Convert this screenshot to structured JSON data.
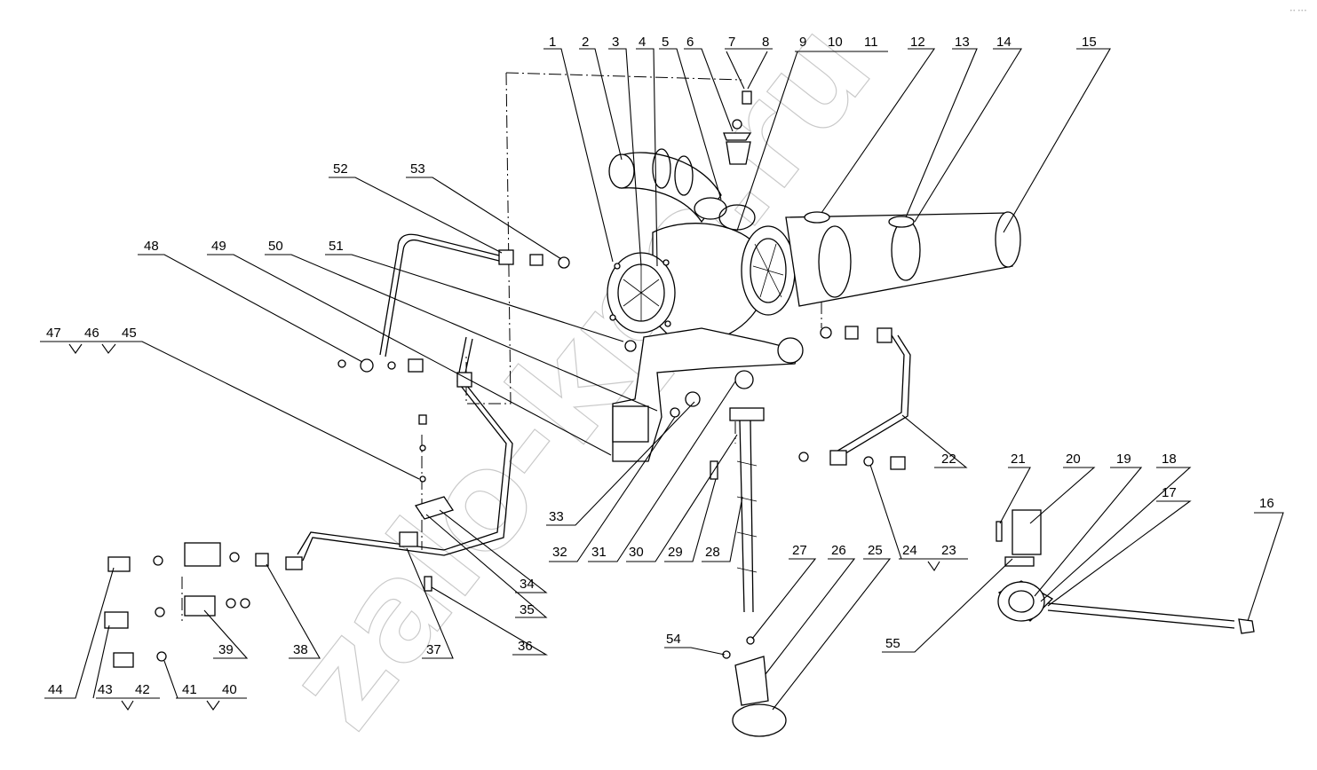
{
  "watermark": "zalo-kpo.ru",
  "corner_mark": "•• •••",
  "callouts": {
    "c1": "1",
    "c2": "2",
    "c3": "3",
    "c4": "4",
    "c5": "5",
    "c6": "6",
    "c7": "7",
    "c8": "8",
    "c9": "9",
    "c10": "10",
    "c11": "11",
    "c12": "12",
    "c13": "13",
    "c14": "14",
    "c15": "15",
    "c16": "16",
    "c17": "17",
    "c18": "18",
    "c19": "19",
    "c20": "20",
    "c21": "21",
    "c22": "22",
    "c23": "23",
    "c24": "24",
    "c25": "25",
    "c26": "26",
    "c27": "27",
    "c28": "28",
    "c29": "29",
    "c30": "30",
    "c31": "31",
    "c32": "32",
    "c33": "33",
    "c34": "34",
    "c35": "35",
    "c36": "36",
    "c37": "37",
    "c38": "38",
    "c39": "39",
    "c40": "40",
    "c41": "41",
    "c42": "42",
    "c43": "43",
    "c44": "44",
    "c45": "45",
    "c46": "46",
    "c47": "47",
    "c48": "48",
    "c49": "49",
    "c50": "50",
    "c51": "51",
    "c52": "52",
    "c53": "53",
    "c54": "54",
    "c55": "55"
  }
}
